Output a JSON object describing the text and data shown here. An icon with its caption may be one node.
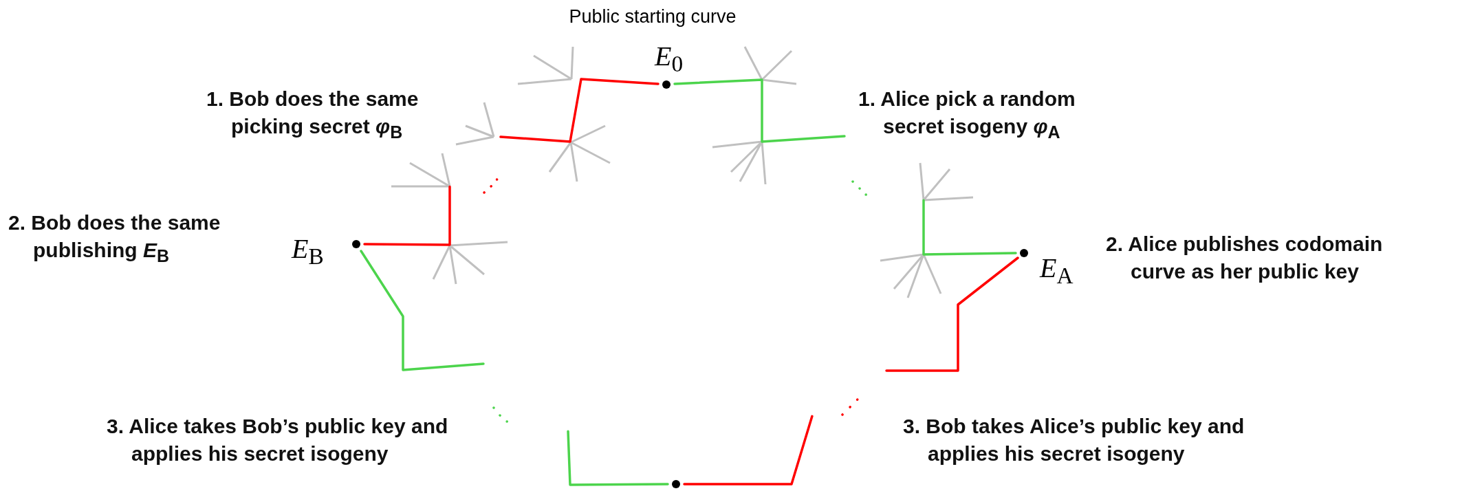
{
  "diagram": {
    "nodes": [
      {
        "text": [
          "*E*$_{0}$"
        ],
        "beside": [
          "Public starting curve"
        ]
      },
      {
        "text": [
          "*E*$_{B}$"
        ]
      },
      {
        "text": [
          "*E*$_{A}$"
        ]
      },
      {
        "text": [],
        "shape": "circle"
      }
    ],
    "edges": [
      {
        "from": 0,
        "to": 1,
        "arrow": "none",
        "color": "#ff0000"
      },
      {
        "from": 0,
        "to": 2,
        "arrow": "none",
        "color": "#4cd44c"
      },
      {
        "from": 1,
        "to": 3,
        "arrow": "none",
        "color": "#4cd44c"
      },
      {
        "from": 2,
        "to": 3,
        "arrow": "none",
        "color": "#ff0000"
      }
    ],
    "labels": [
      "1.  Bob does the same picking secret *φ*$_{B}$",
      "2.  Bob does the same publishing *E*$_{B}$",
      "1.  Alice pick a random secret isogeny *φ*$_{A}$",
      "2.  Alice publishes codomain curve as her public key",
      "3.  Alice takes Bob’s public key and applies his secret isogeny",
      "3.  Bob takes Alice’s public key and applies his secret isogeny"
    ]
  }
}
